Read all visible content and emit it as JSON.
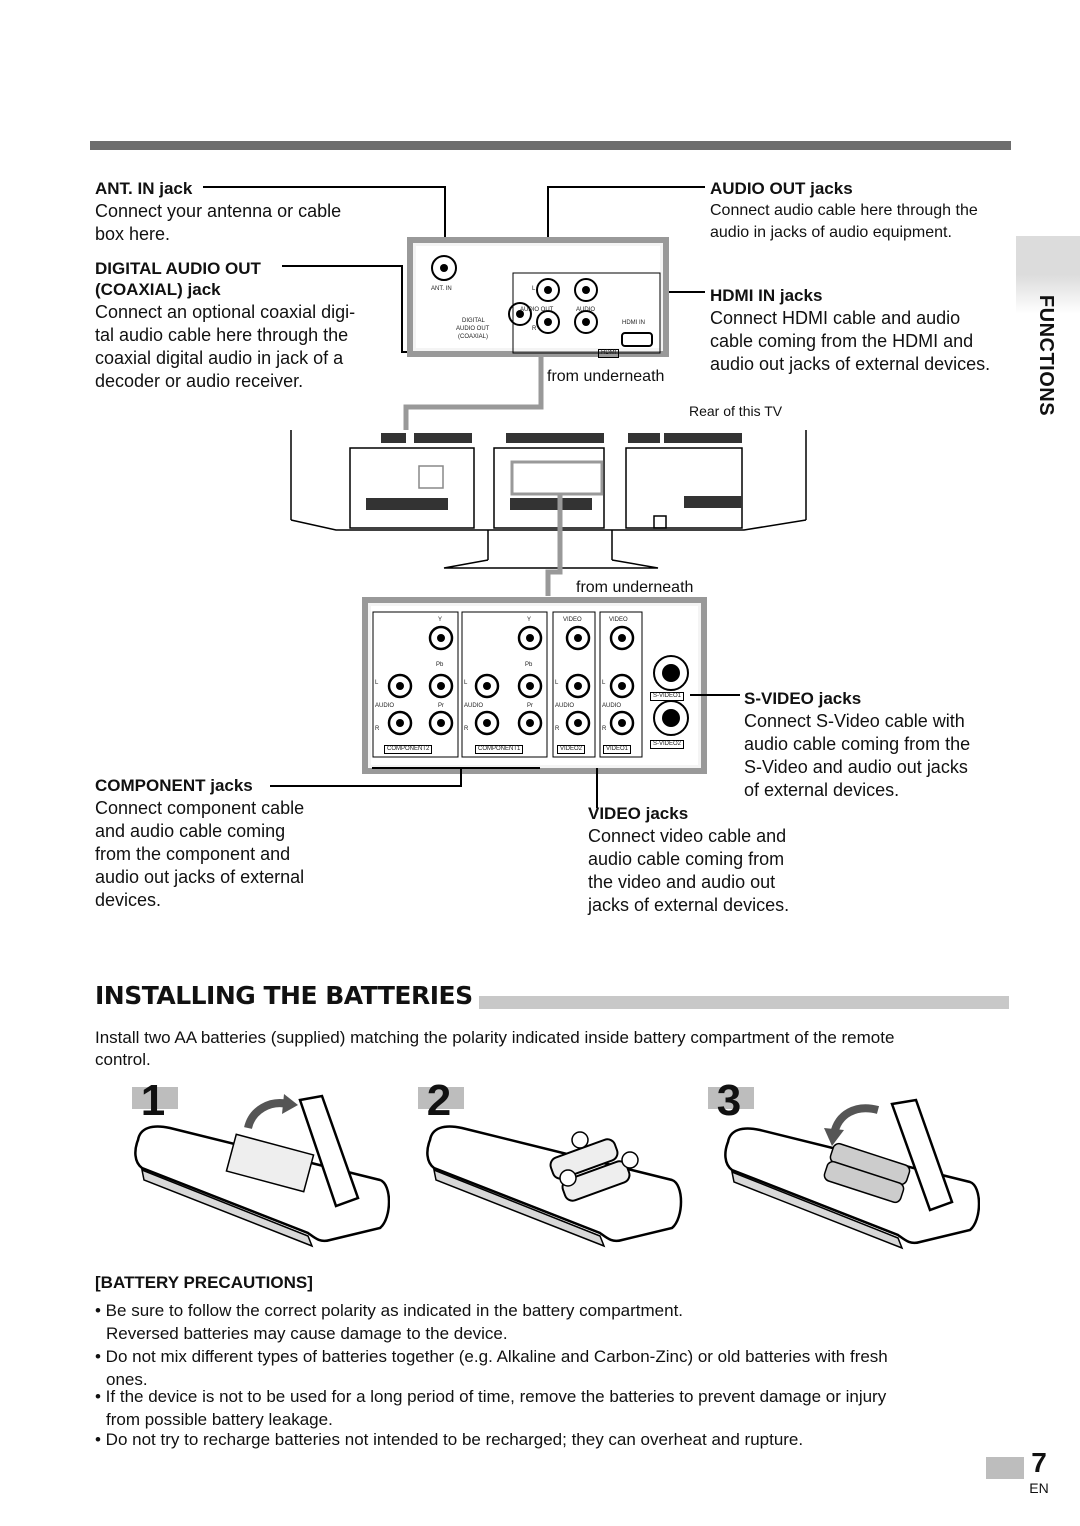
{
  "side_tab": "FUNCTIONS",
  "callouts": {
    "ant_in": {
      "title": "ANT. IN jack",
      "line1": "Connect your antenna or cable",
      "line2": "box here."
    },
    "digital_audio_out": {
      "title1": "DIGITAL AUDIO OUT",
      "title2": "(COAXIAL) jack",
      "line1": "Connect an optional coaxial digi-",
      "line2": "tal audio cable here through the",
      "line3": "coaxial digital audio in jack of a",
      "line4": "decoder or audio receiver."
    },
    "audio_out": {
      "title": "AUDIO OUT jacks",
      "line1": "Connect audio cable here through the",
      "line2": "audio in jacks of audio equipment."
    },
    "hdmi_in": {
      "title": "HDMI IN jacks",
      "line1": "Connect HDMI cable and audio",
      "line2": "cable coming from the HDMI and",
      "line3": "audio out jacks of external devices."
    },
    "component": {
      "title": "COMPONENT jacks",
      "line1": "Connect component cable",
      "line2": "and audio cable coming",
      "line3": "from the component and",
      "line4": "audio out jacks of external",
      "line5": "devices."
    },
    "video": {
      "title": "VIDEO jacks",
      "line1": "Connect video cable and",
      "line2": "audio cable coming from",
      "line3": "the video and audio out",
      "line4": "jacks of external devices."
    },
    "svideo": {
      "title": "S-VIDEO jacks",
      "line1": "Connect S-Video cable with",
      "line2": "audio cable coming from the",
      "line3": "S-Video and audio out jacks",
      "line4": "of external devices."
    }
  },
  "diagram": {
    "from_underneath_1": "from underneath",
    "from_underneath_2": "from underneath",
    "rear_of_tv": "Rear of this TV",
    "panel1": {
      "ant_in": "ANT. IN",
      "digital": "DIGITAL",
      "audio_out_coax1": "AUDIO OUT",
      "audio_out_coax2": "(COAXIAL)",
      "l": "L",
      "r": "R",
      "audio_out": "AUDIO OUT",
      "audio": "AUDIO",
      "hdmi_in": "HDMI IN",
      "hdmi": "HDMI"
    },
    "panel2": {
      "y": "Y",
      "pb": "Pb",
      "pr": "Pr",
      "l": "L",
      "r": "R",
      "audio": "AUDIO",
      "video": "VIDEO",
      "component2": "COMPONENT2",
      "component1": "COMPONENT1",
      "video2": "VIDEO2",
      "video1": "VIDEO1",
      "svideo1": "S-VIDEO1",
      "svideo2": "S-VIDEO2"
    }
  },
  "section": {
    "title": "INSTALLING THE BATTERIES",
    "intro1": "Install two AA batteries (supplied) matching the polarity indicated inside battery compartment of the remote",
    "intro2": "control.",
    "steps": [
      "1",
      "2",
      "3"
    ],
    "precautions_title": "[BATTERY PRECAUTIONS]",
    "bullets": [
      {
        "l1": "• Be sure to follow the correct polarity as indicated in the battery compartment.",
        "l2": "Reversed batteries may cause damage to the device."
      },
      {
        "l1": "• Do not mix different types of batteries together (e.g. Alkaline and Carbon-Zinc) or old batteries with fresh",
        "l2": "ones."
      },
      {
        "l1": "• If the device is not to be used for a long period of time, remove the batteries to prevent damage or injury",
        "l2": "from possible battery leakage."
      },
      {
        "l1": "• Do not try to recharge batteries not intended to be recharged; they can overheat and rupture.",
        "l2": ""
      }
    ]
  },
  "footer": {
    "page_number": "7",
    "lang": "EN"
  }
}
